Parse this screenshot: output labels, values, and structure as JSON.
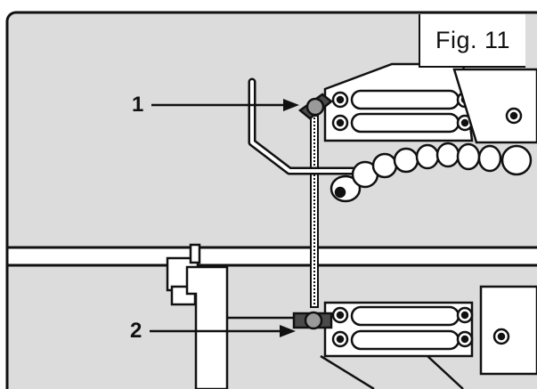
{
  "figure": {
    "label": "Fig. 11"
  },
  "callouts": [
    {
      "number": "1"
    },
    {
      "number": "2"
    }
  ],
  "colors": {
    "panel": "#dcdcdc",
    "outline": "#111111",
    "background": "#ffffff"
  }
}
